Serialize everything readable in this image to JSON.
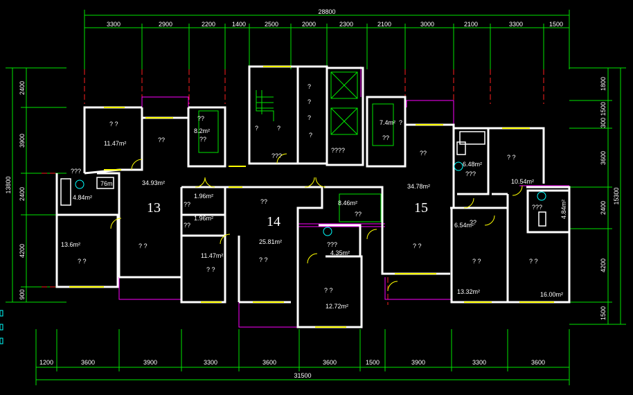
{
  "dimensions": {
    "top_total": "28800",
    "top_segments": [
      "3300",
      "2900",
      "2200",
      "1400",
      "2500",
      "2000",
      "2300",
      "2100",
      "3000",
      "2100",
      "3300",
      "1500"
    ],
    "bottom_total": "31500",
    "bottom_segments": [
      "1200",
      "3600",
      "3900",
      "3300",
      "3600",
      "3600",
      "1500",
      "3900",
      "3300",
      "3600"
    ],
    "left_total": "13800",
    "left_segments": [
      "2400",
      "3900",
      "2400",
      "4200",
      "900"
    ],
    "right_total": "15300",
    "right_segments": [
      "1800",
      "300 1500",
      "3600",
      "2400",
      "4200",
      "1500"
    ]
  },
  "units": {
    "u13": "13",
    "u14": "14",
    "u15": "15"
  },
  "rooms": {
    "r1": "11.47m²",
    "r2": "8.2m²",
    "r3": "34.93m²",
    "r4": "7.4m²",
    "r5": "34.78m²",
    "r6": "6.48m²",
    "r7": "10.54m²",
    "r8": "4.84m²",
    "r9": "1.96m²",
    "r10": "1.96m²",
    "r11": "25.81m²",
    "r12": "8.46m²",
    "r13": "13.6m²",
    "r14": "11.47m²",
    "r15": "4.35m²",
    "r16": "12.72m²",
    "r17": "13.32m²",
    "r18": "16.00m²",
    "r19": "4.84m²",
    "r20": "6.54m²",
    "r21": "76m",
    "q1": "? ?",
    "q2": "??",
    "q3": "??",
    "q4": "?",
    "q5": "????",
    "q6": "???",
    "q7": "??",
    "q8": "??",
    "q9": "? ?",
    "q10": "???",
    "q11": "??",
    "q12": "??",
    "q13": "? ?",
    "q14": "? ?",
    "q15": "? ?",
    "q16": "? ?",
    "q17": "? ?",
    "q18": "? ?",
    "q19": "? ?",
    "q20": "???",
    "q21": "??",
    "q22": "??",
    "q23": "? ?",
    "q24": "??",
    "q25": "???",
    "q26": "? ?",
    "q27": "? ?",
    "q28": "???",
    "q29": "??",
    "q30": "?",
    "q31": "?",
    "q32": "?",
    "q33": "?",
    "q34": "?",
    "q35": "?",
    "q36": "??",
    "q37": "??",
    "q38": "??",
    "q39": "???",
    "q40": "? ?"
  }
}
